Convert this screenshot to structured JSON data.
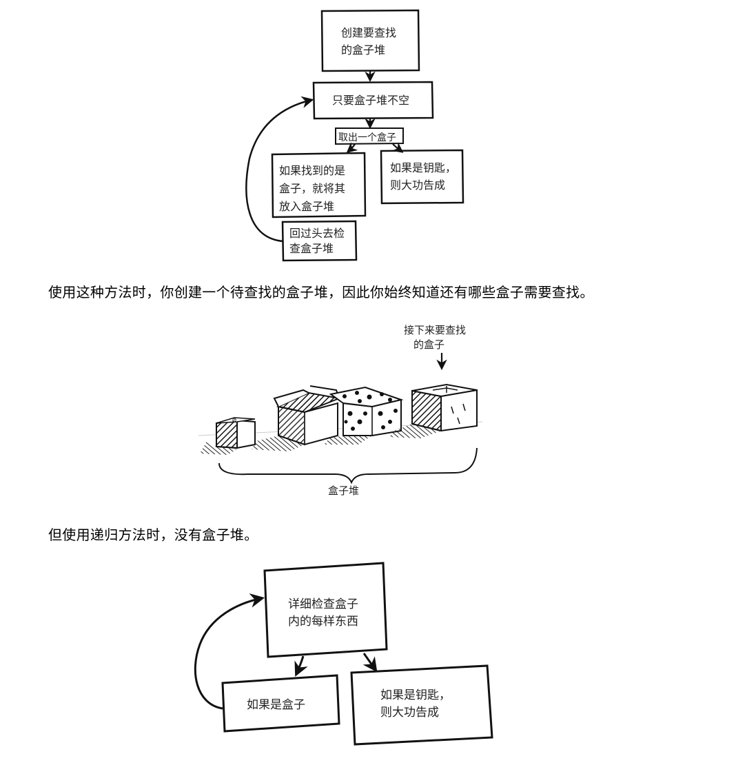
{
  "flowchart_iterative": {
    "create_pile": [
      "创建要查找",
      "的盒子堆"
    ],
    "while_not_empty": "只要盒子堆不空",
    "take_box": "取出一个盒子",
    "if_box": [
      "如果找到的是",
      "盒子，就将其",
      "放入盒子堆"
    ],
    "if_box_bold": "盒子",
    "if_key": [
      "如果是钥匙，",
      "则大功告成"
    ],
    "if_key_bold": "钥匙",
    "go_back": [
      "回过头去检",
      "查盒子堆"
    ]
  },
  "paragraph_1": "使用这种方法时，你创建一个待查找的盒子堆，因此你始终知道还有哪些盒子需要查找。",
  "box_pile_illustration": {
    "next_label": [
      "接下来要查找",
      "的盒子"
    ],
    "pile_label": "盒子堆"
  },
  "paragraph_2": "但使用递归方法时，没有盒子堆。",
  "flowchart_recursive": {
    "inspect": [
      "详细检查盒子",
      "内的每样东西"
    ],
    "if_box": "如果是盒子",
    "if_key": [
      "如果是钥匙，",
      "则大功告成"
    ]
  }
}
